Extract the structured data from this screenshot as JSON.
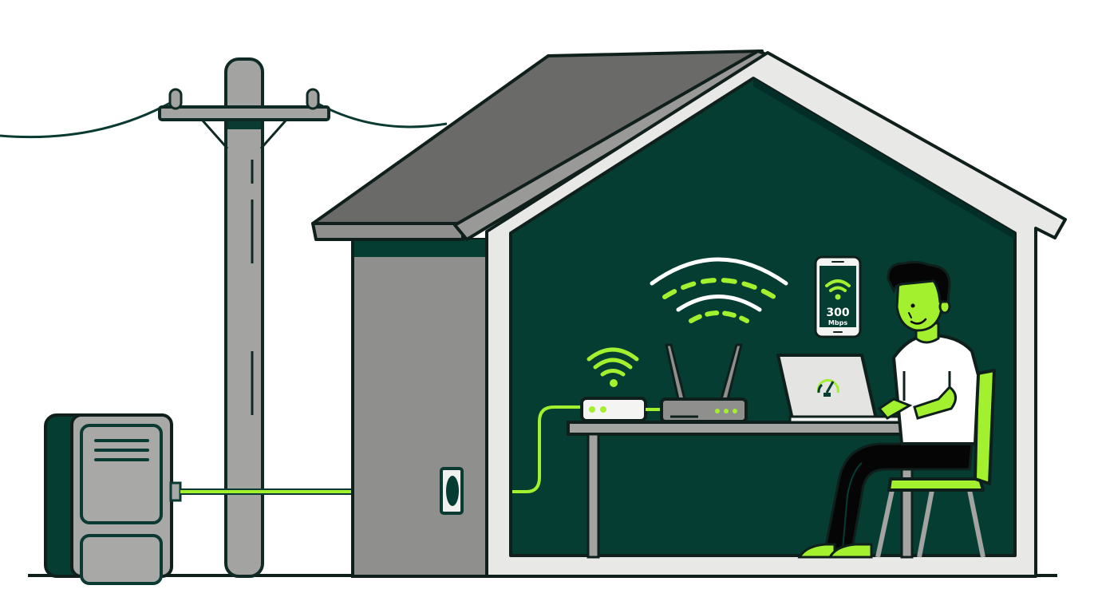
{
  "scene": {
    "title": "Home internet connection illustration",
    "colors": {
      "outline": "#0f1f1c",
      "dark_green": "#053d33",
      "accent_green": "#a3f02e",
      "pole_gray": "#9c9c9a",
      "roof_gray": "#6a6a68",
      "wall_gray": "#8c8c8a",
      "frame_white": "#e8e8e6",
      "white": "#ffffff",
      "black": "#050505"
    }
  },
  "phone": {
    "speed_value": "300",
    "speed_unit": "Mbps",
    "icon": "wifi-icon"
  },
  "laptop": {
    "screen_icon": "speedometer-icon"
  },
  "devices": {
    "modem": {
      "icon": "wifi-icon",
      "leds": 2
    },
    "router": {
      "antennas": 2,
      "leds": 3
    }
  },
  "signal": {
    "icon": "wifi-signal-arcs-icon"
  }
}
